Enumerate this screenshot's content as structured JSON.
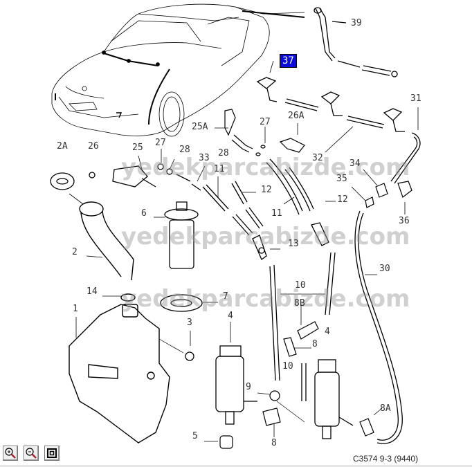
{
  "diagram": {
    "title": "Windscreen / headlamp washer system parts diagram",
    "caption": "C3574 9-3 (9440)",
    "highlighted_part": "37",
    "highlight_color": "#0a0adc",
    "watermark": "yedekparcabizde.com",
    "part_labels": [
      "39",
      "37",
      "31",
      "25A",
      "27",
      "26A",
      "2A",
      "26",
      "25",
      "27",
      "28",
      "33",
      "28",
      "11",
      "12",
      "32",
      "34",
      "35",
      "6",
      "12",
      "11",
      "13",
      "36",
      "2",
      "30",
      "10",
      "14",
      "7",
      "8B",
      "1",
      "3",
      "4",
      "8",
      "4",
      "10",
      "9",
      "8A",
      "5",
      "8"
    ]
  },
  "toolbar": {
    "zoom_in": "zoom-in",
    "zoom_out": "zoom-out",
    "fit": "fit-to-window"
  }
}
